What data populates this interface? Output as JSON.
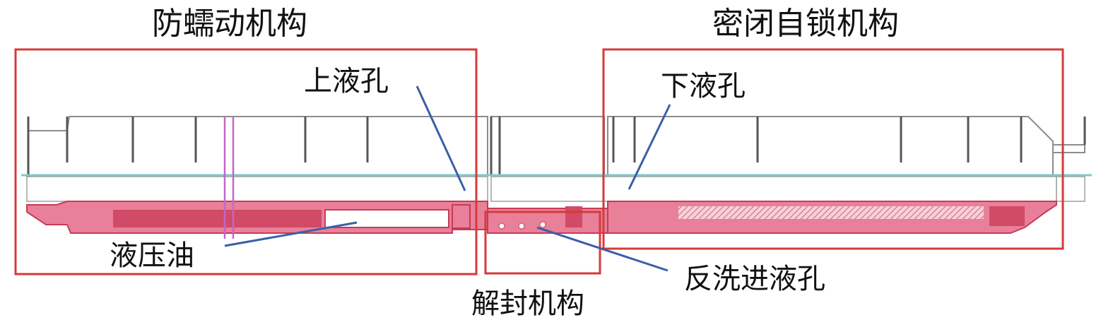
{
  "labels": {
    "anti_creep_mechanism": "防蠕动机构",
    "sealed_self_lock_mechanism": "密闭自锁机构",
    "upper_fluid_hole": "上液孔",
    "lower_fluid_hole": "下液孔",
    "hydraulic_oil": "液压油",
    "backwash_inlet_hole": "反洗进液孔",
    "release_mechanism": "解封机构"
  },
  "colors": {
    "frame_red": "#d63a3a",
    "body_fill": "#e8809a",
    "body_dark": "#c83a55",
    "leader_blue": "#3b5fa8",
    "centerline_teal": "#7fc9c9",
    "upper_outline": "#8c8c8c",
    "marker_magenta": "#c466c8"
  }
}
